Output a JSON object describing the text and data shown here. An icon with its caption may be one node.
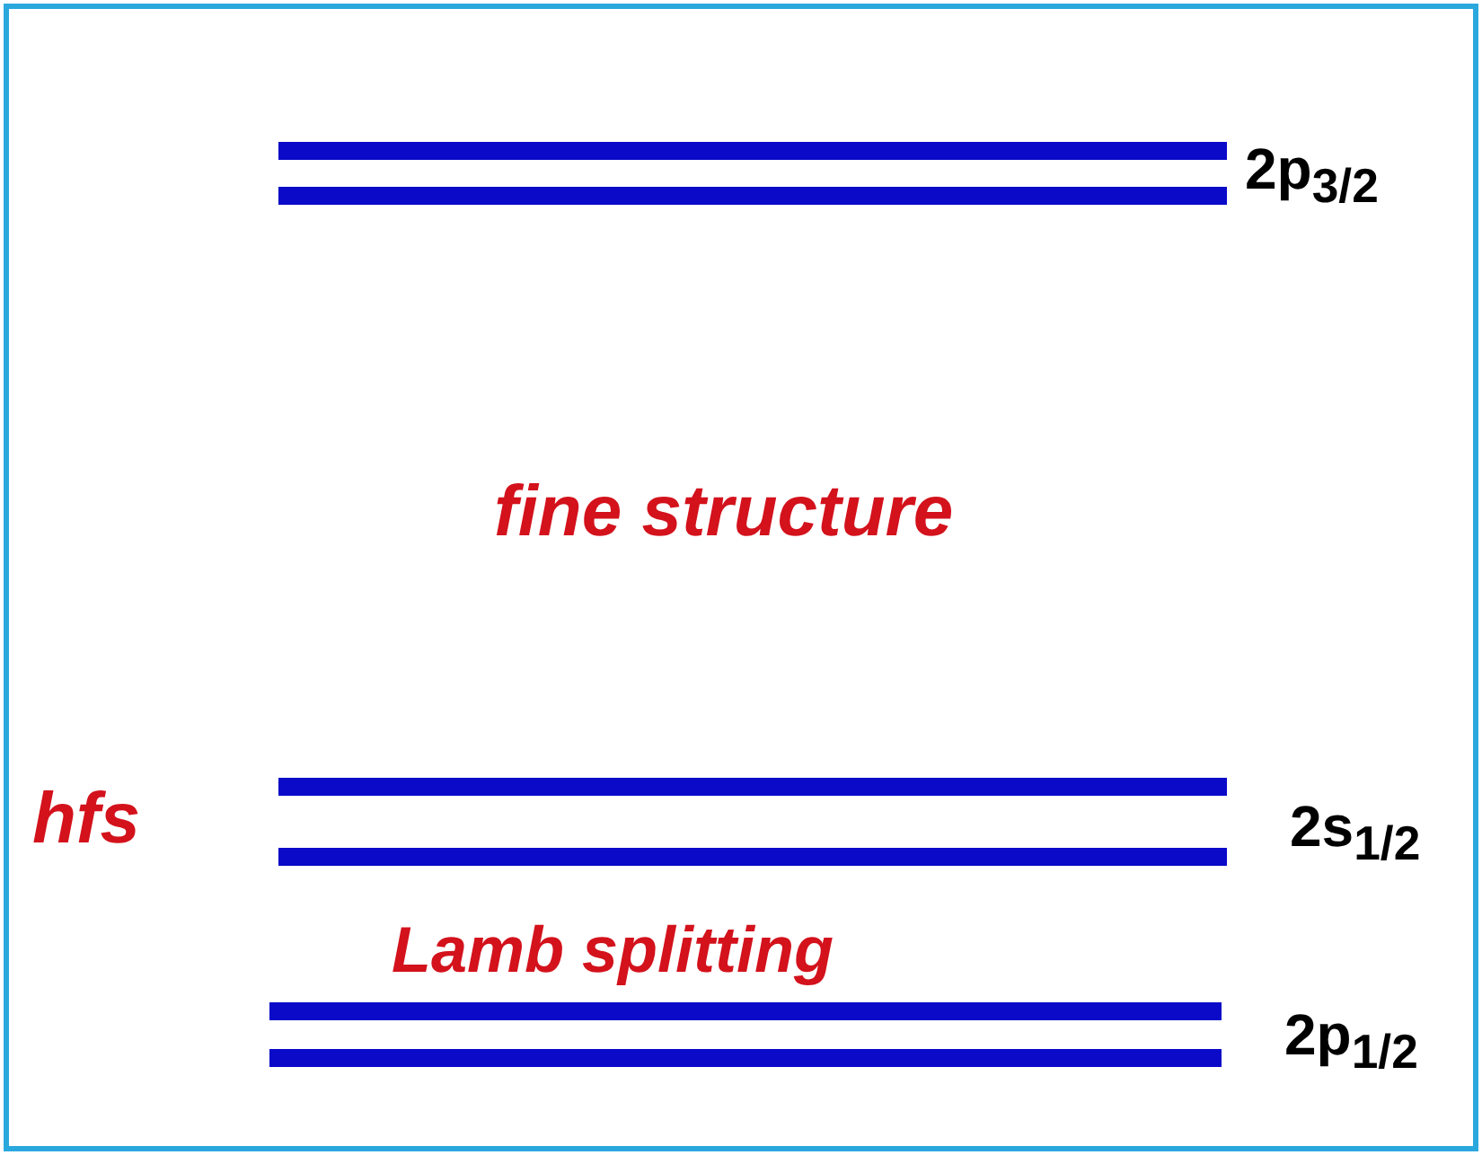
{
  "diagram": {
    "labels": [
      "2p$_{3/2}$",
      "fine structure",
      "hfs",
      "2s$_{1/2}$",
      "Lamb splitting",
      "2p$_{1/2}$"
    ]
  }
}
